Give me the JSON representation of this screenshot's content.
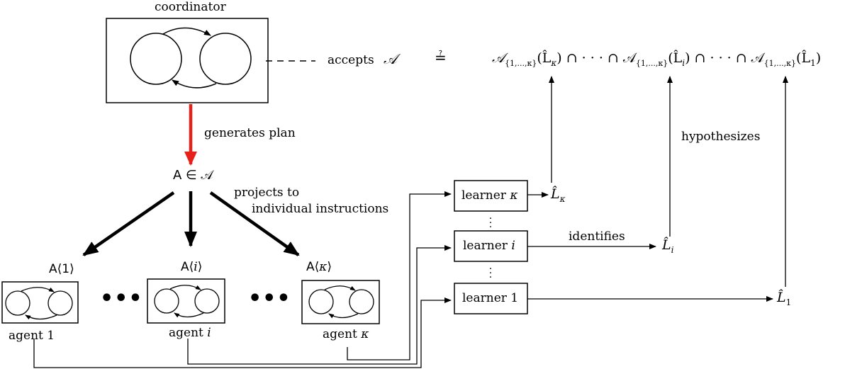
{
  "coordinator": {
    "title": "coordinator"
  },
  "acceptance": {
    "accepts_label": "accepts",
    "script_A": "𝒜",
    "query_eq": "≟",
    "formula_part1": "𝒜",
    "formula_sub": "{1,...,κ}",
    "formula_arg_kappa": "(L̂",
    "formula_arg_kappa_sub": "κ",
    "formula_cap1": ") ∩ · · · ∩ 𝒜",
    "formula_arg_i": "(L̂",
    "formula_arg_i_sub": "i",
    "formula_cap2": ") ∩ · · · ∩ 𝒜",
    "formula_arg_1": "(L̂",
    "formula_arg_1_sub": "1",
    "formula_close": ")"
  },
  "plan": {
    "generates_label": "generates plan",
    "plan_label": "A ∈ 𝒜",
    "projects_label_1": "projects to",
    "projects_label_2": "individual instructions",
    "accent_color": "#e8201a"
  },
  "instructions": [
    {
      "label": "A⟨1⟩"
    },
    {
      "label": "A⟨",
      "var": "i",
      "close": "⟩"
    },
    {
      "label": "A⟨",
      "var": "κ",
      "close": "⟩"
    }
  ],
  "agents": [
    {
      "label": "agent 1"
    },
    {
      "label": "agent ",
      "var": "i"
    },
    {
      "label": "agent ",
      "var": "κ"
    }
  ],
  "ellipsis": "•••",
  "learners": [
    {
      "label": "learner ",
      "var": "κ"
    },
    {
      "label": "learner ",
      "var": "i"
    },
    {
      "label": "learner 1"
    }
  ],
  "hypotheses": [
    {
      "sym": "L̂",
      "sub": "κ"
    },
    {
      "sym": "L̂",
      "sub": "i"
    },
    {
      "sym": "L̂",
      "sub": "1"
    }
  ],
  "edges": {
    "identifies_label": "identifies",
    "hypothesizes_label": "hypothesizes"
  }
}
